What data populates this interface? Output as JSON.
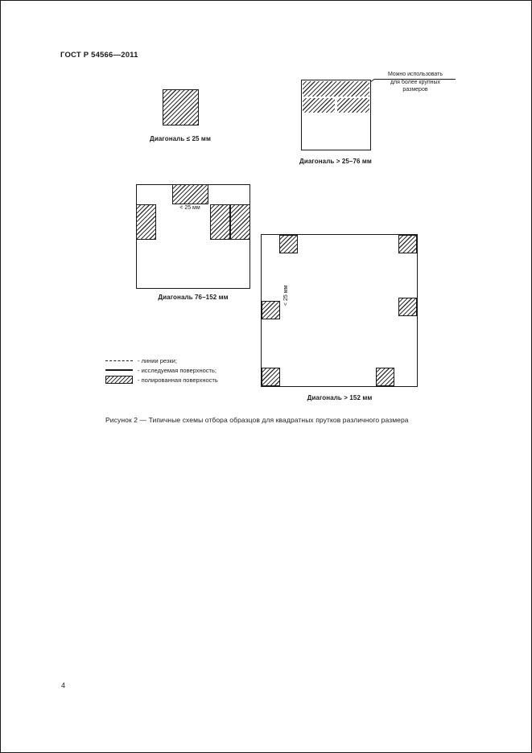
{
  "page": {
    "header": "ГОСТ Р 54566—2011",
    "page_number": "4",
    "caption": "Рисунок 2 — Типичные схемы отбора образцов для квадратных прутков различного размера"
  },
  "figures": {
    "small": {
      "label": "Диагональ ≤ 25 мм"
    },
    "medium": {
      "label": "Диагональ > 25–76 мм",
      "note": "Можно использовать\nдля более крупных\nразмеров"
    },
    "large": {
      "label": "Диагональ 76–152 мм",
      "dimension": "< 25 мм"
    },
    "xlarge": {
      "label": "Диагональ > 152 мм",
      "dimension": "< 25 мм"
    }
  },
  "legend": {
    "items": [
      {
        "label": "- линии резки;"
      },
      {
        "label": "- исследуемая поверхность;"
      },
      {
        "label": "- полированная поверхность"
      }
    ]
  }
}
